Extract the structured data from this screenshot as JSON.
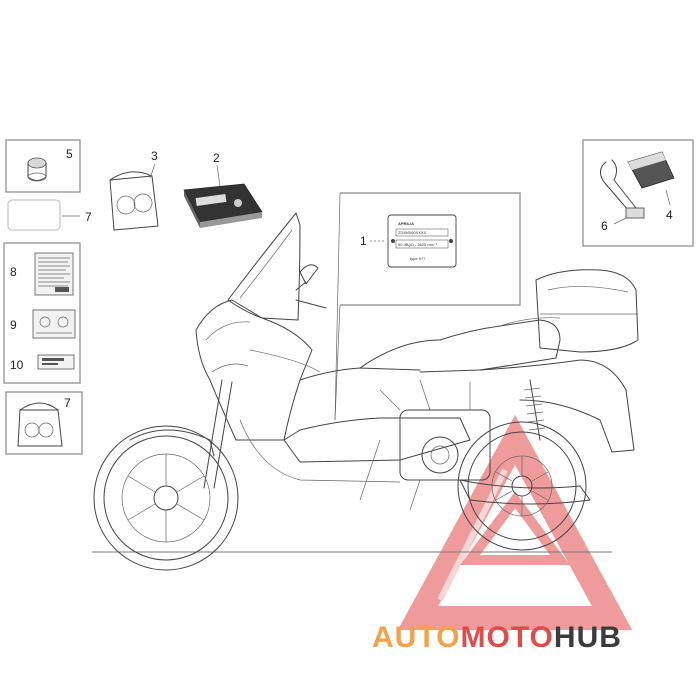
{
  "callouts": {
    "c1": "1",
    "c2": "2",
    "c3": "3",
    "c4": "4",
    "c5": "5",
    "c6": "6",
    "c7a": "7",
    "c7b": "7",
    "c8": "8",
    "c9": "9",
    "c10": "10"
  },
  "plate": {
    "brand": "APRILIA",
    "code": "ZD4M000XXXX",
    "spec": "90 dB(A) - 3625 min⁻¹",
    "type": "type 9??"
  },
  "watermark": {
    "part1": "AUTO",
    "part2": "MOTO",
    "part3": "HUB",
    "color_orange": "#f3a24a",
    "color_red": "#e34a4a",
    "color_dark": "#3b3b3b"
  }
}
